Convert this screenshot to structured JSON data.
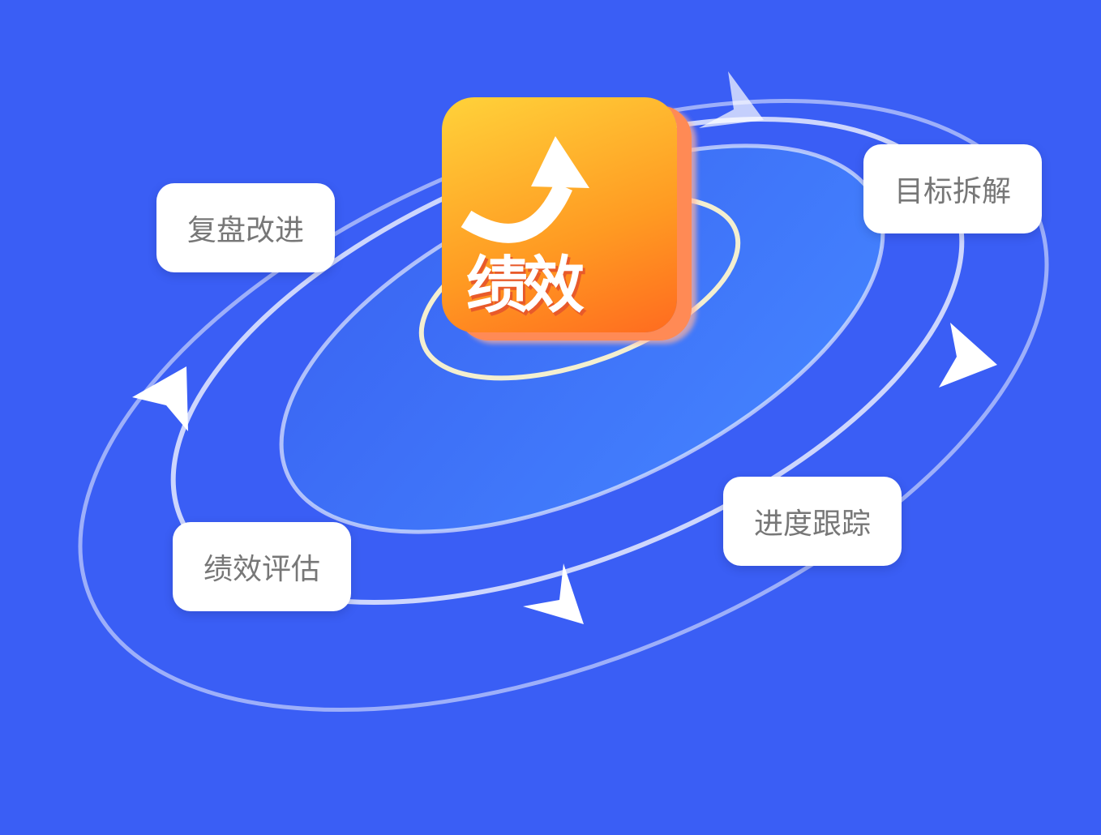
{
  "center": {
    "title": "绩效",
    "icon": "arrow-up-curved-icon"
  },
  "steps": [
    {
      "label": "目标拆解"
    },
    {
      "label": "进度跟踪"
    },
    {
      "label": "绩效评估"
    },
    {
      "label": "复盘改进"
    }
  ],
  "colors": {
    "background": "#3a5ef5",
    "accent": "#ff9a22"
  }
}
